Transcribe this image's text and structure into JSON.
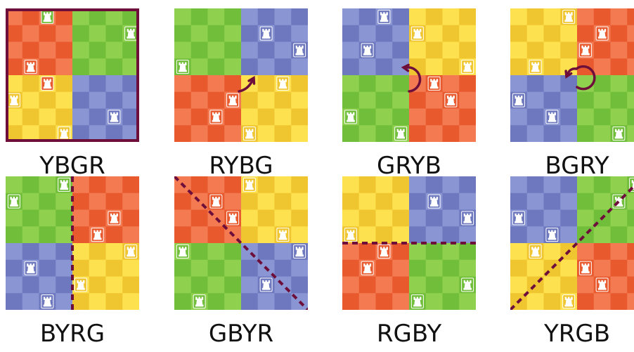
{
  "colors": {
    "red": {
      "light": "#f47a52",
      "dark": "#e85a2d"
    },
    "green": {
      "light": "#8fd14f",
      "dark": "#70be3a"
    },
    "yellow": {
      "light": "#fde14f",
      "dark": "#f0c630"
    },
    "blue": {
      "light": "#8a95d4",
      "dark": "#6d78be"
    },
    "accent": "#6e0f3b",
    "rook": "#ffffff"
  },
  "boards": [
    {
      "label": "YBGR",
      "quadrants": [
        "red",
        "green",
        "yellow",
        "blue"
      ],
      "marker": "frame",
      "rooks": [
        {
          "c": 2,
          "r": 0,
          "color": "green"
        },
        {
          "c": 7,
          "r": 1,
          "color": "green"
        },
        {
          "c": 1,
          "r": 3,
          "color": "red"
        },
        {
          "c": 2,
          "r": 4,
          "color": "red"
        },
        {
          "c": 0,
          "r": 5,
          "color": "yellow"
        },
        {
          "c": 3,
          "r": 7,
          "color": "yellow"
        },
        {
          "c": 6,
          "r": 6,
          "color": "blue"
        },
        {
          "c": 5,
          "r": 8,
          "color": "blue"
        }
      ]
    },
    {
      "label": "RYBG",
      "quadrants": [
        "green",
        "blue",
        "red",
        "yellow"
      ],
      "marker": "arrow-small",
      "rooks": [
        {
          "c": 5,
          "r": 1,
          "color": "blue"
        },
        {
          "c": 7,
          "r": 2,
          "color": "blue"
        },
        {
          "c": 0,
          "r": 3,
          "color": "green"
        },
        {
          "c": 6,
          "r": 4,
          "color": "yellow"
        },
        {
          "c": 3,
          "r": 5,
          "color": "red"
        },
        {
          "c": 2,
          "r": 6,
          "color": "red"
        },
        {
          "c": 4,
          "r": 7,
          "color": "yellow"
        }
      ]
    },
    {
      "label": "GRYB",
      "quadrants": [
        "blue",
        "yellow",
        "green",
        "red"
      ],
      "marker": "arrow-medium",
      "rooks": [
        {
          "c": 2,
          "r": 0,
          "color": "blue"
        },
        {
          "c": 4,
          "r": 1,
          "color": "yellow"
        },
        {
          "c": 1,
          "r": 2,
          "color": "blue"
        },
        {
          "c": 7,
          "r": 3,
          "color": "yellow"
        },
        {
          "c": 5,
          "r": 4,
          "color": "red"
        },
        {
          "c": 6,
          "r": 5,
          "color": "red"
        },
        {
          "c": 0,
          "r": 6,
          "color": "green"
        },
        {
          "c": 3,
          "r": 7,
          "color": "green"
        }
      ]
    },
    {
      "label": "BGRY",
      "quadrants": [
        "yellow",
        "red",
        "blue",
        "green"
      ],
      "marker": "arrow-large",
      "rooks": [
        {
          "c": 3,
          "r": 0,
          "color": "yellow"
        },
        {
          "c": 5,
          "r": 1,
          "color": "red"
        },
        {
          "c": 4,
          "r": 2,
          "color": "red"
        },
        {
          "c": 1,
          "r": 3,
          "color": "yellow"
        },
        {
          "c": 0,
          "r": 5,
          "color": "blue"
        },
        {
          "c": 2,
          "r": 6,
          "color": "blue"
        },
        {
          "c": 6,
          "r": 7,
          "color": "green"
        }
      ]
    },
    {
      "label": "BYRG",
      "quadrants": [
        "green",
        "red",
        "blue",
        "yellow"
      ],
      "marker": "line-vertical",
      "rooks": [
        {
          "c": 3,
          "r": 0,
          "color": "green"
        },
        {
          "c": 0,
          "r": 1,
          "color": "green"
        },
        {
          "c": 6,
          "r": 2,
          "color": "red"
        },
        {
          "c": 5,
          "r": 3,
          "color": "red"
        },
        {
          "c": 7,
          "r": 4,
          "color": "yellow"
        },
        {
          "c": 1,
          "r": 5,
          "color": "blue"
        },
        {
          "c": 4,
          "r": 6,
          "color": "yellow"
        },
        {
          "c": 2,
          "r": 7,
          "color": "blue"
        }
      ]
    },
    {
      "label": "GBYR",
      "quadrants": [
        "red",
        "yellow",
        "green",
        "blue"
      ],
      "marker": "line-diagonal-down",
      "rooks": [
        {
          "c": 4,
          "r": 0,
          "color": "yellow"
        },
        {
          "c": 2,
          "r": 1,
          "color": "red"
        },
        {
          "c": 3,
          "r": 2,
          "color": "red"
        },
        {
          "c": 6,
          "r": 3,
          "color": "yellow"
        },
        {
          "c": 0,
          "r": 4,
          "color": "green"
        },
        {
          "c": 7,
          "r": 4,
          "color": "blue"
        },
        {
          "c": 5,
          "r": 6,
          "color": "blue"
        },
        {
          "c": 1,
          "r": 7,
          "color": "green"
        }
      ]
    },
    {
      "label": "RGBY",
      "quadrants": [
        "yellow",
        "blue",
        "red",
        "green"
      ],
      "marker": "line-horizontal",
      "rooks": [
        {
          "c": 5,
          "r": 1,
          "color": "blue"
        },
        {
          "c": 7,
          "r": 2,
          "color": "blue"
        },
        {
          "c": 0,
          "r": 3,
          "color": "yellow"
        },
        {
          "c": 2,
          "r": 4,
          "color": "red"
        },
        {
          "c": 1,
          "r": 5,
          "color": "red"
        },
        {
          "c": 7,
          "r": 6,
          "color": "green"
        },
        {
          "c": 4,
          "r": 7,
          "color": "green"
        }
      ]
    },
    {
      "label": "YRGB",
      "quadrants": [
        "blue",
        "green",
        "yellow",
        "red"
      ],
      "marker": "line-diagonal-up",
      "rooks": [
        {
          "c": 7,
          "r": 0,
          "color": "green"
        },
        {
          "c": 6,
          "r": 1,
          "color": "green"
        },
        {
          "c": 0,
          "r": 2,
          "color": "blue"
        },
        {
          "c": 2,
          "r": 3,
          "color": "blue"
        },
        {
          "c": 1,
          "r": 4,
          "color": "yellow"
        },
        {
          "c": 4,
          "r": 5,
          "color": "red"
        },
        {
          "c": 5,
          "r": 6,
          "color": "red"
        },
        {
          "c": 3,
          "r": 7,
          "color": "yellow"
        }
      ]
    }
  ]
}
